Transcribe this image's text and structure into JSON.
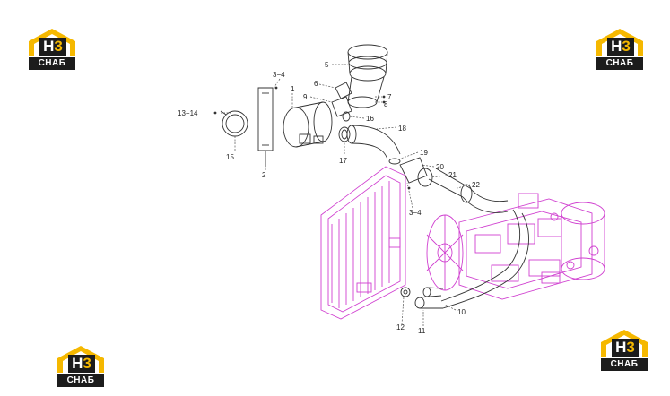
{
  "logos": [
    {
      "id": "top-left",
      "letter": "H",
      "digit": "3",
      "name": "СНАБ"
    },
    {
      "id": "top-right",
      "letter": "H",
      "digit": "3",
      "name": "СНАБ"
    },
    {
      "id": "bottom-left",
      "letter": "H",
      "digit": "3",
      "name": "СНАБ"
    },
    {
      "id": "bottom-right",
      "letter": "H",
      "digit": "3",
      "name": "СНАБ"
    }
  ],
  "part_labels": {
    "p1": "1",
    "p2": "2",
    "p3_4_top": "3−4",
    "p5": "5",
    "p6": "6",
    "p7": "7",
    "p8": "8",
    "p9": "9",
    "p10": "10",
    "p11": "11",
    "p12": "12",
    "p13_14": "13−14",
    "p15": "15",
    "p16": "16",
    "p17": "17",
    "p18": "18",
    "p19": "19",
    "p20": "20",
    "p21": "21",
    "p22": "22",
    "p3_4_bottom": "3−4"
  },
  "colors": {
    "brand_yellow": "#f5b800",
    "brand_dark": "#1c1c1c",
    "engine_outline": "#d040d0",
    "part_outline": "#333333"
  }
}
